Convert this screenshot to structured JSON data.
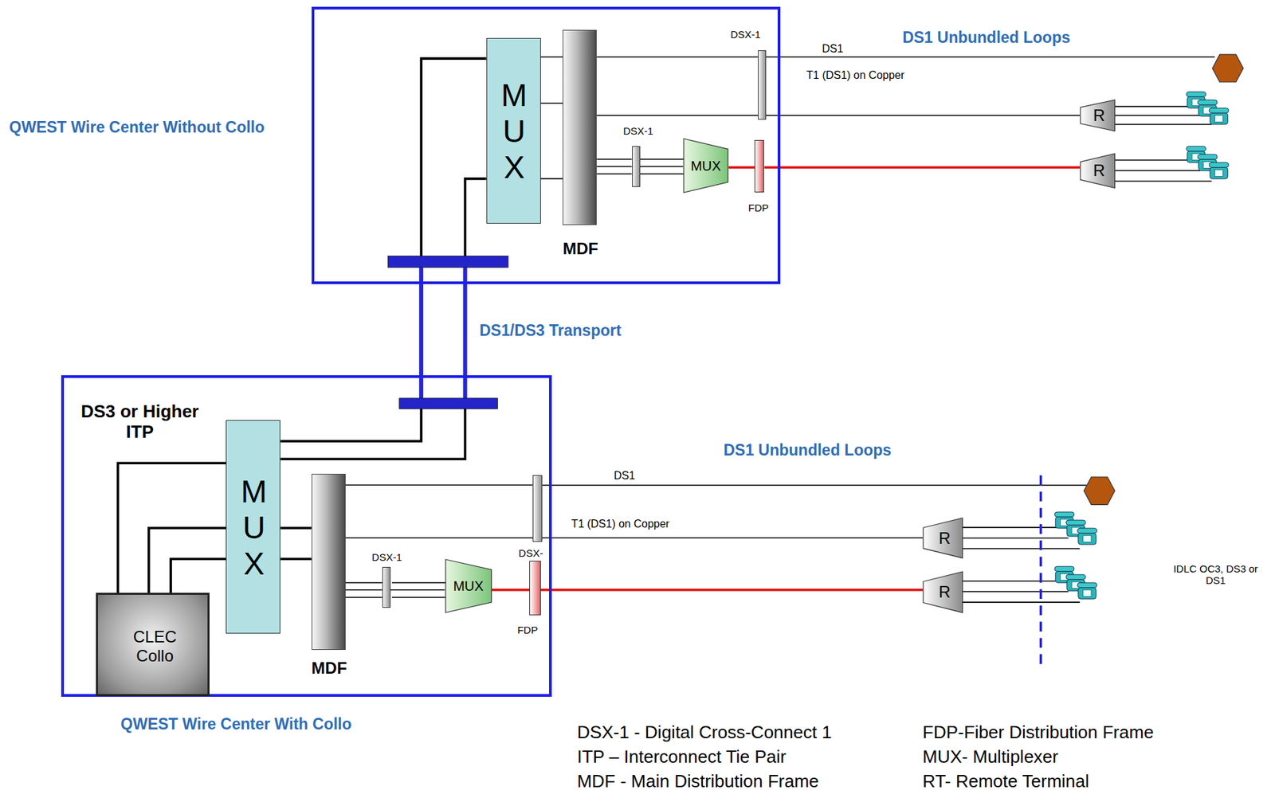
{
  "diagram": {
    "nodes": [
      {
        "text": [
          "QWEST Wire Center Without Collo"
        ]
      },
      {
        "text": [
          "M U X"
        ],
        "in": 0
      },
      {
        "text": [
          "MDF"
        ],
        "in": 0
      },
      {
        "text": [
          "DSX-1"
        ],
        "in": 0
      },
      {
        "text": [
          "DSX-1"
        ],
        "in": 0
      },
      {
        "text": [
          "MUX"
        ],
        "in": 0
      },
      {
        "text": [
          "FDP"
        ],
        "in": 0
      },
      {
        "text": [
          "R"
        ]
      },
      {
        "text": [
          "R"
        ]
      },
      {
        "text": [
          "QWEST Wire Center With Collo"
        ]
      },
      {
        "text": [
          "M U X"
        ],
        "in": 9
      },
      {
        "text": [
          "MDF"
        ],
        "in": 9
      },
      {
        "text": [
          "DSX-"
        ],
        "in": 9
      },
      {
        "text": [
          "DSX-1"
        ],
        "in": 9
      },
      {
        "text": [
          "MUX"
        ],
        "in": 9
      },
      {
        "text": [
          "FDP"
        ],
        "in": 9
      },
      {
        "text": [
          "CLEC Collo"
        ],
        "in": 9
      },
      {
        "text": [
          "R"
        ]
      },
      {
        "text": [
          "R"
        ]
      }
    ],
    "edges": [
      {
        "from": 1,
        "to": 2,
        "arrow": "none"
      },
      {
        "from": 1,
        "to": 2,
        "arrow": "none"
      },
      {
        "from": 1,
        "to": 2,
        "arrow": "none"
      },
      {
        "from": 2,
        "to": 3,
        "arrow": "none"
      },
      {
        "from": 2,
        "to": 7,
        "arrow": "none"
      },
      {
        "from": 2,
        "to": 4,
        "arrow": "none"
      },
      {
        "from": 4,
        "to": 5,
        "arrow": "none"
      },
      {
        "from": 5,
        "to": 6,
        "arrow": "none"
      },
      {
        "from": 6,
        "to": 8,
        "arrow": "none"
      },
      {
        "from": 1,
        "to": 10,
        "arrow": "none"
      },
      {
        "from": 1,
        "to": 10,
        "arrow": "none"
      },
      {
        "from": 16,
        "to": 10,
        "arrow": "none"
      },
      {
        "from": 16,
        "to": 10,
        "arrow": "none"
      },
      {
        "from": 16,
        "to": 10,
        "arrow": "none"
      },
      {
        "from": 10,
        "to": 11,
        "arrow": "none"
      },
      {
        "from": 10,
        "to": 11,
        "arrow": "none"
      },
      {
        "from": 11,
        "to": 12,
        "arrow": "none"
      },
      {
        "from": 11,
        "to": 17,
        "arrow": "none"
      },
      {
        "from": 11,
        "to": 13,
        "arrow": "none"
      },
      {
        "from": 13,
        "to": 14,
        "arrow": "none"
      },
      {
        "from": 14,
        "to": 15,
        "arrow": "none"
      },
      {
        "from": 15,
        "to": 18,
        "arrow": "none"
      }
    ],
    "labels": [
      "DS1 Unbundled Loops",
      "DS1",
      "T1 (DS1) on Copper",
      "DS1/DS3 Transport",
      "DS3 or Higher ITP",
      "DS1 Unbundled Loops",
      "DS1",
      "T1 (DS1) on Copper",
      "IDLC OC3, DS3 or DS1",
      "DSX-1 - Digital Cross-Connect 1",
      "FDP-Fiber Distribution Frame",
      "ITP – Interconnect Tie Pair",
      "MUX- Multiplexer",
      "MDF - Main Distribution Frame",
      "RT- Remote Terminal"
    ]
  }
}
